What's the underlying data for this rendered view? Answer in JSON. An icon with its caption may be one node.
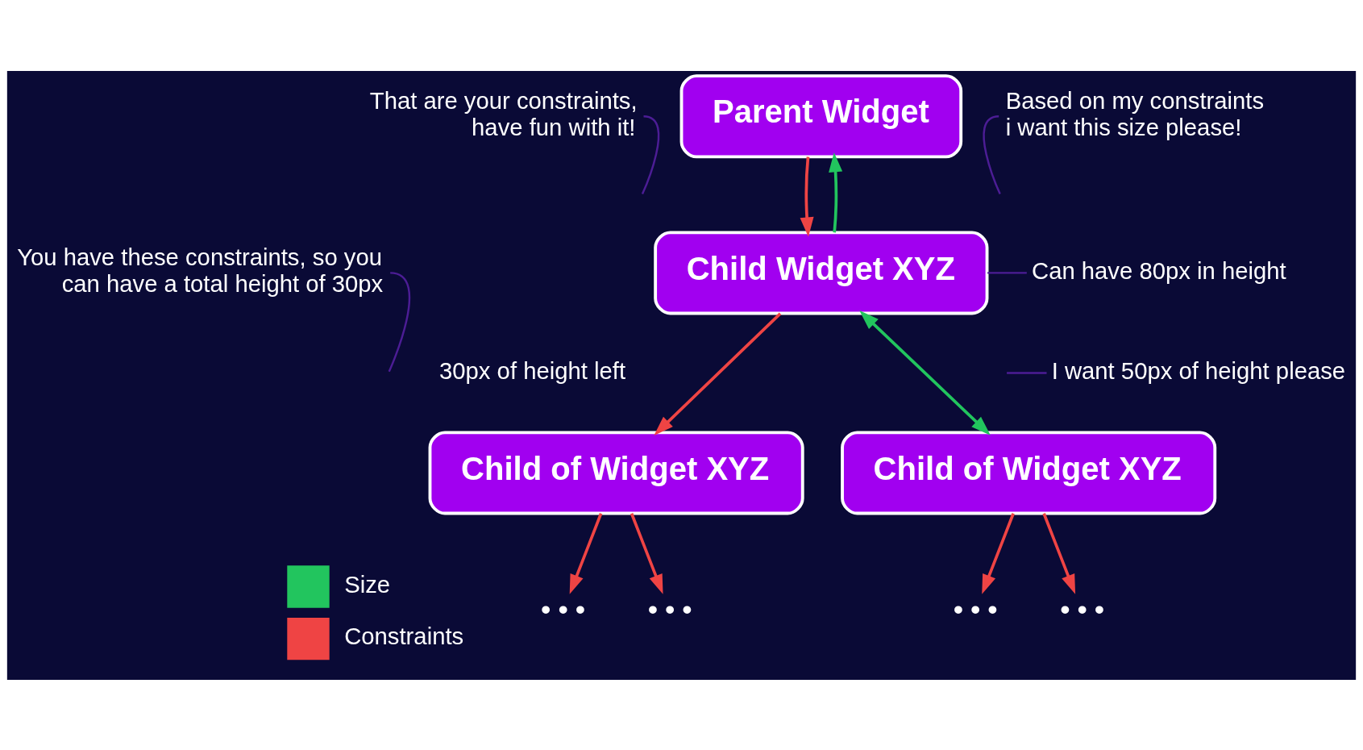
{
  "diagram": {
    "nodes": [
      {
        "text": [
          "Parent Widget"
        ]
      },
      {
        "text": [
          "Child Widget XYZ"
        ]
      },
      {
        "text": [
          "Child of Widget XYZ"
        ]
      },
      {
        "text": [
          "Child of Widget XYZ"
        ]
      },
      {
        "text": [
          "• • •"
        ]
      },
      {
        "text": [
          "• • •"
        ]
      },
      {
        "text": [
          "• • •"
        ]
      },
      {
        "text": [
          "• • •"
        ]
      },
      {
        "text": [
          "That are your constraints, have fun with it!"
        ]
      },
      {
        "text": [
          "Based on my constraints i want this size please!"
        ]
      },
      {
        "text": [
          "Can have 80px in height"
        ]
      },
      {
        "text": [
          "You have these constraints, so you can have a total height of 30px"
        ]
      },
      {
        "text": [
          "I want 50px of height please"
        ]
      }
    ],
    "edges": [
      {
        "from": 0,
        "to": 1,
        "arrow": "to"
      },
      {
        "from": 1,
        "to": 0,
        "arrow": "to",
        "color": "#22c55e"
      },
      {
        "from": 1,
        "to": 2,
        "arrow": "to"
      },
      {
        "from": 1,
        "to": 3,
        "arrow": "both",
        "color": "#22c55e"
      },
      {
        "from": 2,
        "to": 4,
        "arrow": "to"
      },
      {
        "from": 2,
        "to": 5,
        "arrow": "to"
      },
      {
        "from": 3,
        "to": 6,
        "arrow": "to"
      },
      {
        "from": 3,
        "to": 7,
        "arrow": "to"
      },
      {
        "from": 8,
        "to": null,
        "arrow": "none",
        "color": "#4c1d95"
      },
      {
        "from": 9,
        "to": null,
        "arrow": "none",
        "color": "#4c1d95"
      },
      {
        "from": 10,
        "to": 1,
        "arrow": "none",
        "color": "#4c1d95"
      },
      {
        "from": 11,
        "to": null,
        "arrow": "none",
        "color": "#4c1d95"
      },
      {
        "from": 12,
        "to": null,
        "arrow": "none",
        "color": "#4c1d95"
      }
    ],
    "labels": [
      "30px of height left"
    ],
    "legend": [
      {
        "text": "Size",
        "color": "#22c55e"
      },
      {
        "text": "Constraints",
        "color": "#ef4444"
      }
    ]
  }
}
